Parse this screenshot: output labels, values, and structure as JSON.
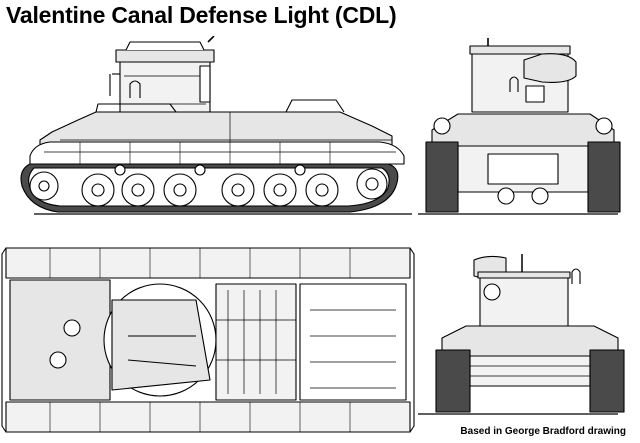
{
  "title": "Valentine Canal Defense Light (CDL)",
  "credit": "Based in George Bradford drawing",
  "colors": {
    "ink": "#000000",
    "paper": "#ffffff",
    "hull_shade": "#e6e6e6",
    "light_shade": "#f2f2f2",
    "dark_shade": "#4a4a4a"
  },
  "views": [
    {
      "id": "side-view",
      "icon": "tank-side-profile"
    },
    {
      "id": "front-view",
      "icon": "tank-front-elevation"
    },
    {
      "id": "top-view",
      "icon": "tank-plan-view"
    },
    {
      "id": "rear-view",
      "icon": "tank-rear-elevation"
    }
  ]
}
